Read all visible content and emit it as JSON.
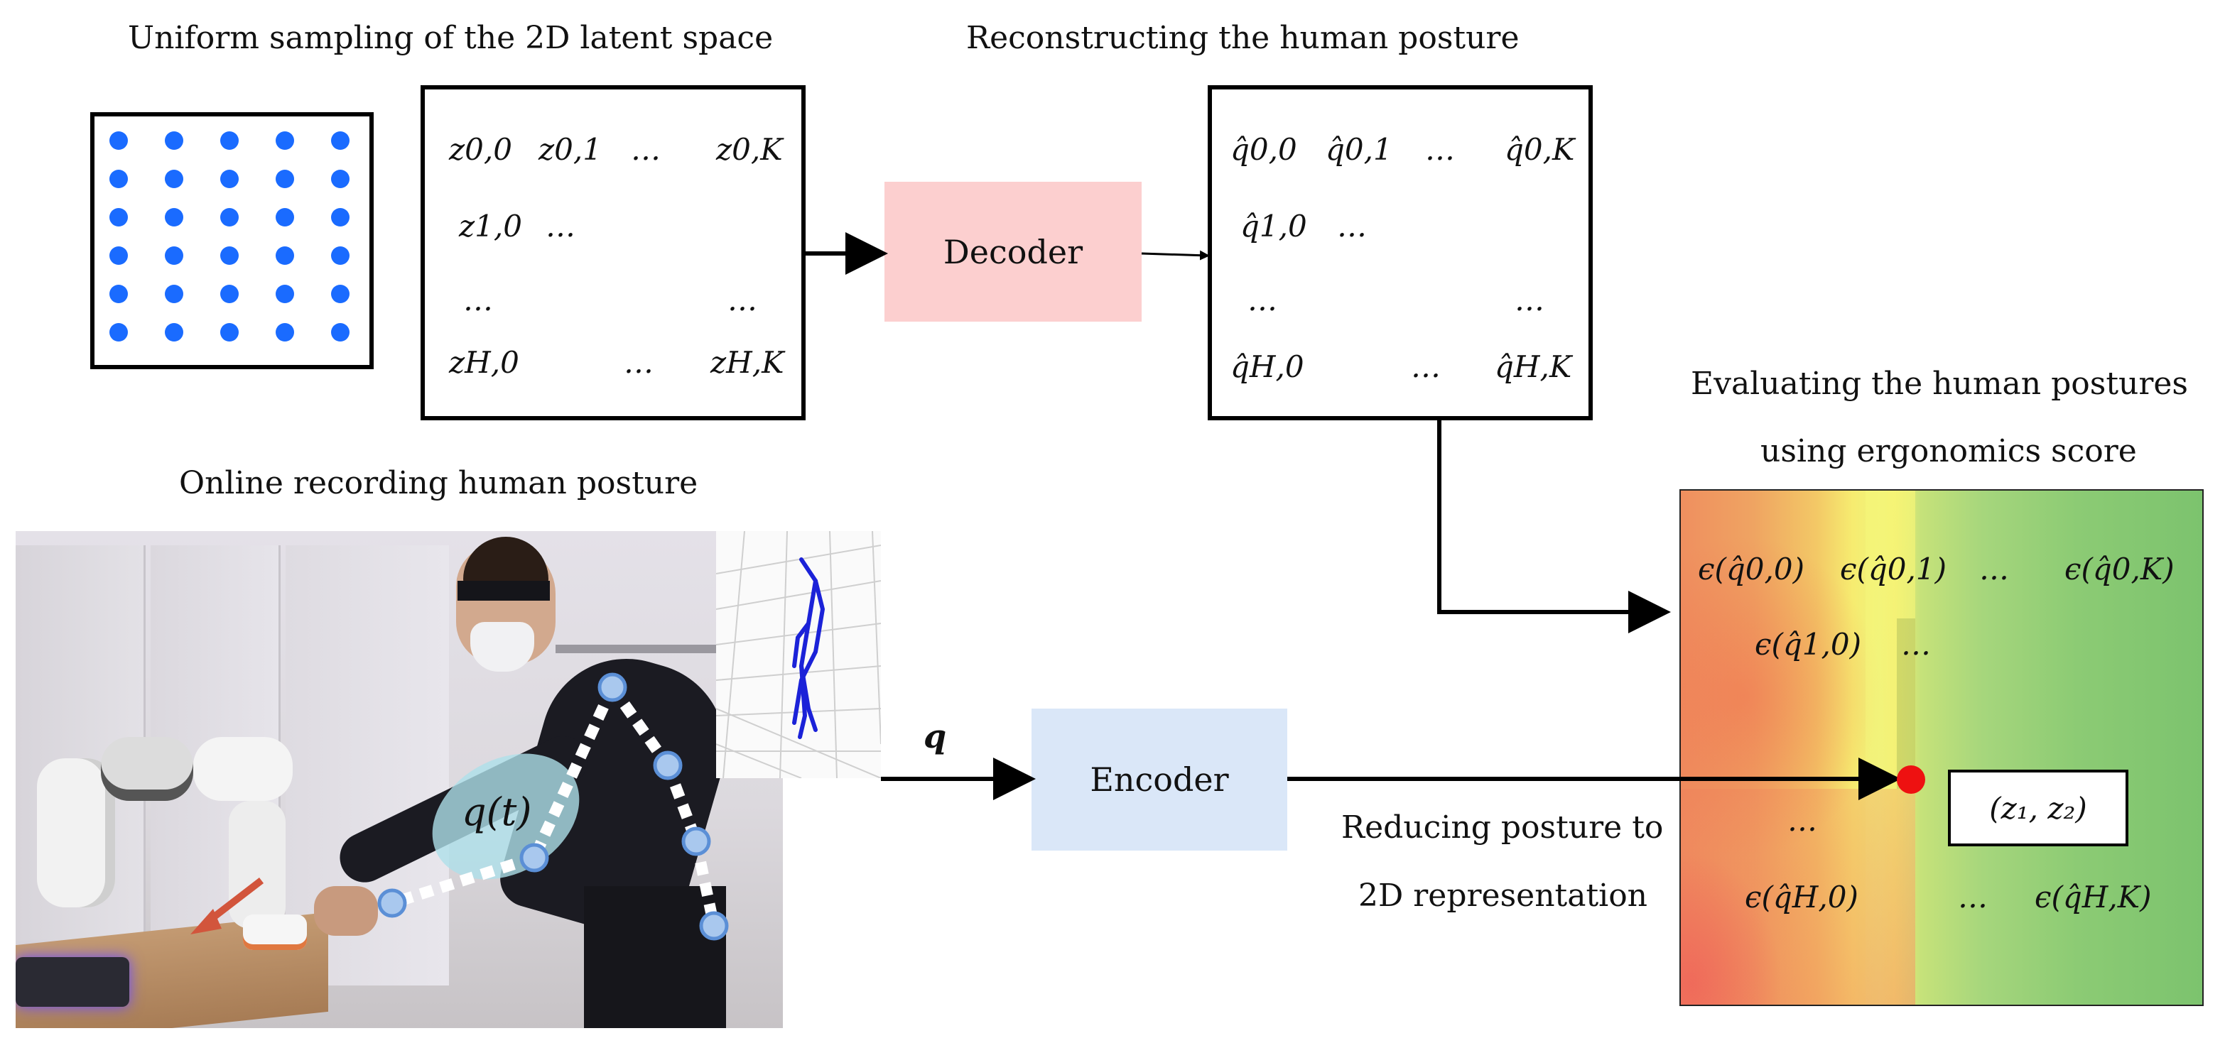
{
  "headings": {
    "sampling": "Uniform sampling of the 2D latent space",
    "reconstruct": "Reconstructing the human posture",
    "evaluate_line1": "Evaluating the human postures",
    "evaluate_line2": "using ergonomics score",
    "online": "Online recording human posture"
  },
  "blocks": {
    "decoder": "Decoder",
    "encoder": "Encoder"
  },
  "labels": {
    "q_arrow": "q",
    "q_t": "q(t)",
    "reduce_line1": "Reducing posture to",
    "reduce_line2": "2D representation",
    "z_pair": "(z₁, z₂)"
  },
  "latent_matrix": {
    "z00": "z0,0",
    "z01": "z0,1",
    "dots_row0": "…",
    "z0K": "z0,K",
    "z10": "z1,0",
    "dots_row1": "…",
    "dots_row2_left": "…",
    "dots_row2_right": "…",
    "zH0": "zH,0",
    "dots_rowH": "…",
    "zHK": "zH,K"
  },
  "posture_matrix": {
    "q00": "q̂0,0",
    "q01": "q̂0,1",
    "dots_row0": "…",
    "q0K": "q̂0,K",
    "q10": "q̂1,0",
    "dots_row1": "…",
    "dots_row2_left": "…",
    "dots_row2_right": "…",
    "qH0": "q̂H,0",
    "dots_rowH": "…",
    "qHK": "q̂H,K"
  },
  "score_map": {
    "e00": "ϵ(q̂0,0)",
    "e01": "ϵ(q̂0,1)",
    "dots_row0": "…",
    "e0K": "ϵ(q̂0,K)",
    "e10": "ϵ(q̂1,0)",
    "dots_row1": "…",
    "dots_row2": "…",
    "eH0": "ϵ(q̂H,0)",
    "dots_rowH": "…",
    "eHK": "ϵ(q̂H,K)"
  },
  "colors": {
    "decoder_fill": "#fccfcf",
    "encoder_fill": "#dae7f8",
    "grid_dot": "#1a6bff",
    "marker": "#ee1111",
    "skeleton": "#1b22d8",
    "joint": "#a9c8ee"
  }
}
